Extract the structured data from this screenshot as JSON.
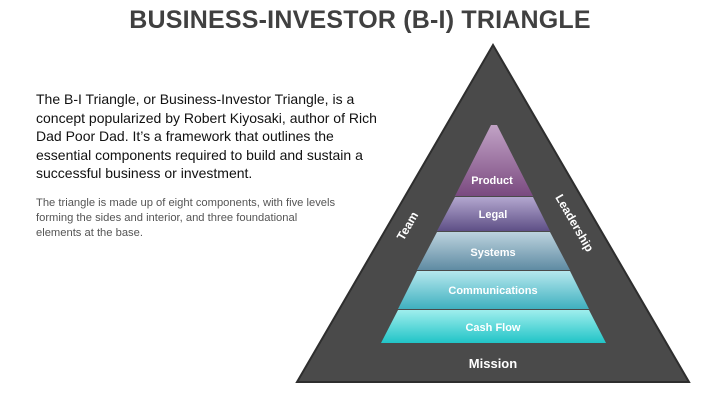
{
  "title": "BUSINESS-INVESTOR (B-I) TRIANGLE",
  "intro": "The B-I Triangle, or Business-Investor Triangle, is a concept popularized by Robert Kiyosaki, author of Rich Dad Poor Dad. It’s a framework that outlines the essential components required to build and sustain a successful business or investment.",
  "detail": "The triangle is made up of eight components, with five levels forming the sides and interior, and three foundational elements at the base.",
  "triangle": {
    "sides": {
      "left": "Team",
      "right": "Leadership",
      "base": "Mission"
    },
    "levels": [
      {
        "label": "Product",
        "color": "#8a5a8e"
      },
      {
        "label": "Legal",
        "color": "#6e5f95"
      },
      {
        "label": "Systems",
        "color": "#6f95ac"
      },
      {
        "label": "Communications",
        "color": "#49b6c4"
      },
      {
        "label": "Cash Flow",
        "color": "#2ec9cb"
      }
    ],
    "frame_color": "#4a4a4a"
  }
}
